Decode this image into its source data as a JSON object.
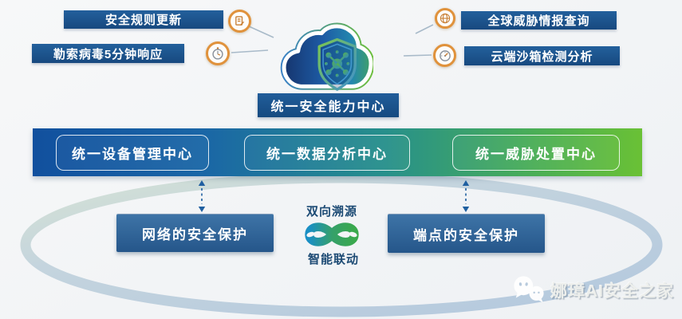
{
  "cloud_center": {
    "label": "统一安全能力中心",
    "icon": "cloud-shield-virus-icon"
  },
  "top_left": {
    "items": [
      {
        "label": "安全规则更新",
        "icon": "rules-update-icon"
      },
      {
        "label": "勒索病毒5分钟响应",
        "icon": "stopwatch-icon"
      }
    ]
  },
  "top_right": {
    "items": [
      {
        "label": "全球威胁情报查询",
        "icon": "globe-icon"
      },
      {
        "label": "云端沙箱检测分析",
        "icon": "gauge-icon"
      }
    ]
  },
  "capability_bar": {
    "items": [
      {
        "label": "统一设备管理中心"
      },
      {
        "label": "统一数据分析中心"
      },
      {
        "label": "统一威胁处置中心"
      }
    ]
  },
  "protection": {
    "left": {
      "label": "网络的安全保护"
    },
    "right": {
      "label": "端点的安全保护"
    },
    "link": {
      "top_label": "双向溯源",
      "bottom_label": "智能联动",
      "icon": "infinity-icon"
    }
  },
  "watermark": {
    "text": "娜璋AI安全之家",
    "icon": "wechat-icon"
  },
  "colors": {
    "background": "#f3f5f7",
    "navy_box": "#17497f",
    "bar_gradient_start": "#11509e",
    "bar_gradient_end": "#6ac135",
    "bottom_box_top": "#3e74a7",
    "bottom_box_bottom": "#25568a",
    "accent_orange": "#e0923c",
    "ellipse_stroke": "#b6c9de",
    "link_text": "#1c4a74"
  }
}
